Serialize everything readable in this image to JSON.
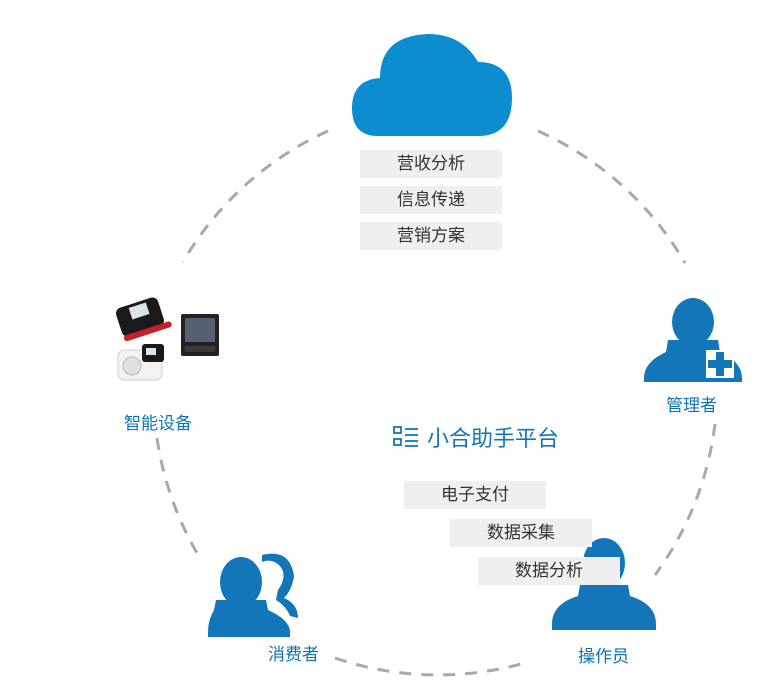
{
  "platform": {
    "title": "小合助手平台",
    "icon": "list-icon"
  },
  "cloud": {
    "icon": "cloud-icon",
    "features": [
      "营收分析",
      "信息传递",
      "营销方案"
    ]
  },
  "platform_features": [
    "电子支付",
    "数据采集",
    "数据分析"
  ],
  "nodes": {
    "manager": {
      "label": "管理者",
      "icon": "admin-user-icon"
    },
    "devices": {
      "label": "智能设备",
      "icon": "smart-devices-icon"
    },
    "consumer": {
      "label": "消费者",
      "icon": "consumer-icon"
    },
    "operator": {
      "label": "操作员",
      "icon": "operator-icon"
    }
  },
  "colors": {
    "primary": "#1276b8",
    "cloud": "#0b8dcf",
    "tag_bg": "#efefef",
    "dash": "#a9a9a9"
  }
}
